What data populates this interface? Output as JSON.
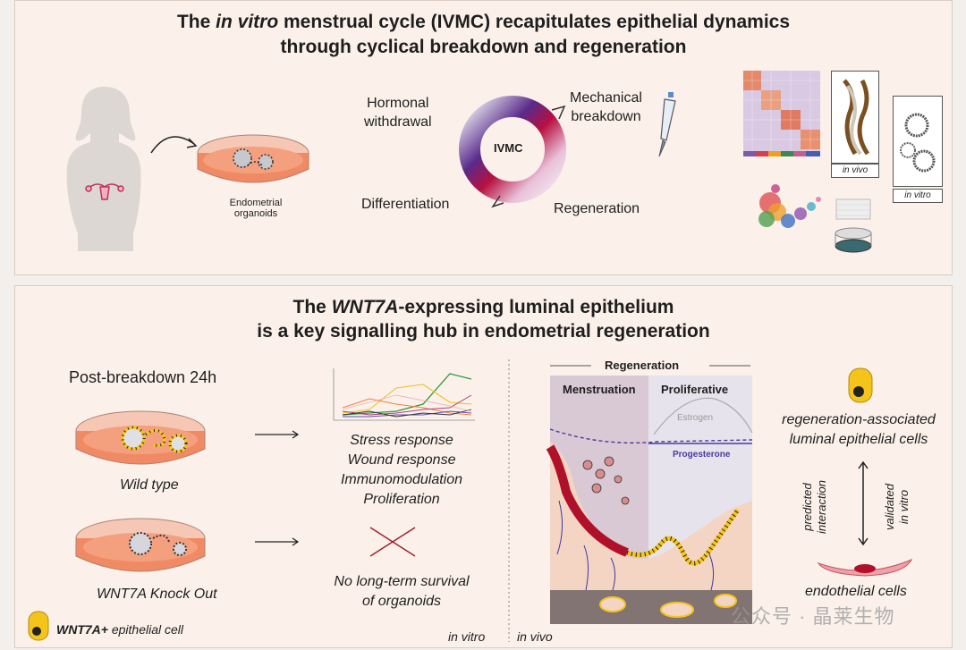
{
  "panel1": {
    "title_pre": "The ",
    "title_em": "in vitro",
    "title_post": " menstrual cycle (IVMC) recapitulates epithelial dynamics",
    "title_line2": "through cyclical breakdown and regeneration",
    "organoid_label_1": "Endometrial",
    "organoid_label_2": "organoids",
    "cycle_center": "IVMC",
    "hormonal_1": "Hormonal",
    "hormonal_2": "withdrawal",
    "mechanical_1": "Mechanical",
    "mechanical_2": "breakdown",
    "differentiation": "Differentiation",
    "regeneration": "Regeneration",
    "in_vivo_label": "in vivo",
    "in_vitro_label": "in vitro"
  },
  "panel2": {
    "title_pre": "The ",
    "title_em": "WNT7A",
    "title_post": "-expressing luminal epithelium",
    "title_line2": "is a key signalling hub in endometrial regeneration",
    "post_breakdown": "Post-breakdown 24h",
    "wild_type": "Wild type",
    "knockout": "WNT7A Knock Out",
    "responses": [
      "Stress response",
      "Wound response",
      "Immunomodulation",
      "Proliferation"
    ],
    "no_survival_1": "No long-term survival",
    "no_survival_2": "of organoids",
    "legend_bold": "WNT7A+",
    "legend_rest": " epithelial cell",
    "in_vitro": "in vitro",
    "in_vivo": "in vivo",
    "regeneration_header": "Regeneration",
    "menstruation": "Menstruation",
    "proliferative": "Proliferative",
    "estrogen": "Estrogen",
    "progesterone": "Progesterone",
    "regen_cells_1": "regeneration-associated",
    "regen_cells_2": "luminal epithelial cells",
    "predicted_1": "predicted",
    "predicted_2": "interaction",
    "validated_1": "validated",
    "validated_2": "in vitro",
    "endothelial": "endothelial cells"
  },
  "watermark": "公众号 · 晶莱生物",
  "colors": {
    "panel_bg": "#fbf1ea",
    "dish_orange": "#f08a64",
    "wnt7a_yellow": "#f5c41a",
    "blood_red": "#b0102a",
    "cycle_purple": "#5a2a8a",
    "progesterone": "#4a3aa0",
    "endothelial_pink": "#f0a0a8"
  }
}
